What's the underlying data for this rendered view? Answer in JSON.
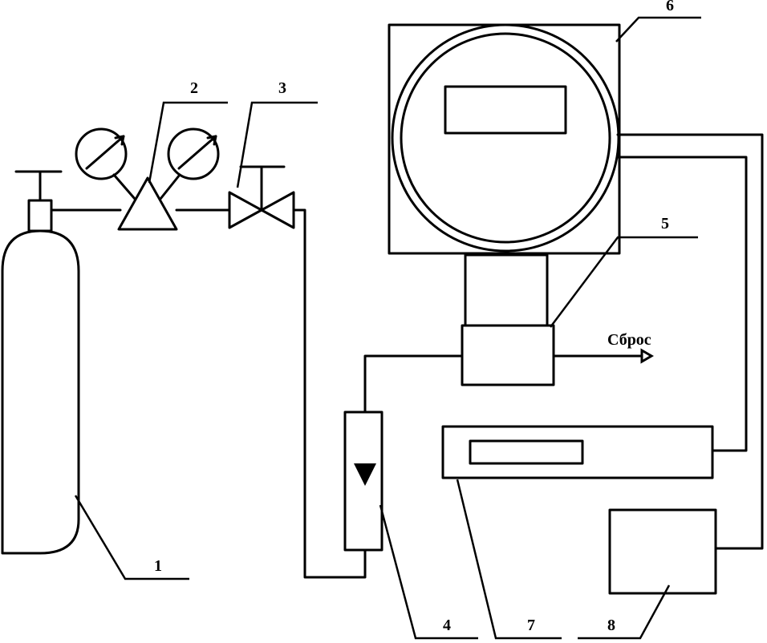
{
  "diagram": {
    "labels": {
      "cylinder": "1",
      "reducer": "2",
      "valve": "3",
      "rotameter": "4",
      "flow_adapter": "5",
      "analyzer": "6",
      "indicator_unit": "7",
      "recorder": "8"
    },
    "vent_label": "Сброс"
  }
}
